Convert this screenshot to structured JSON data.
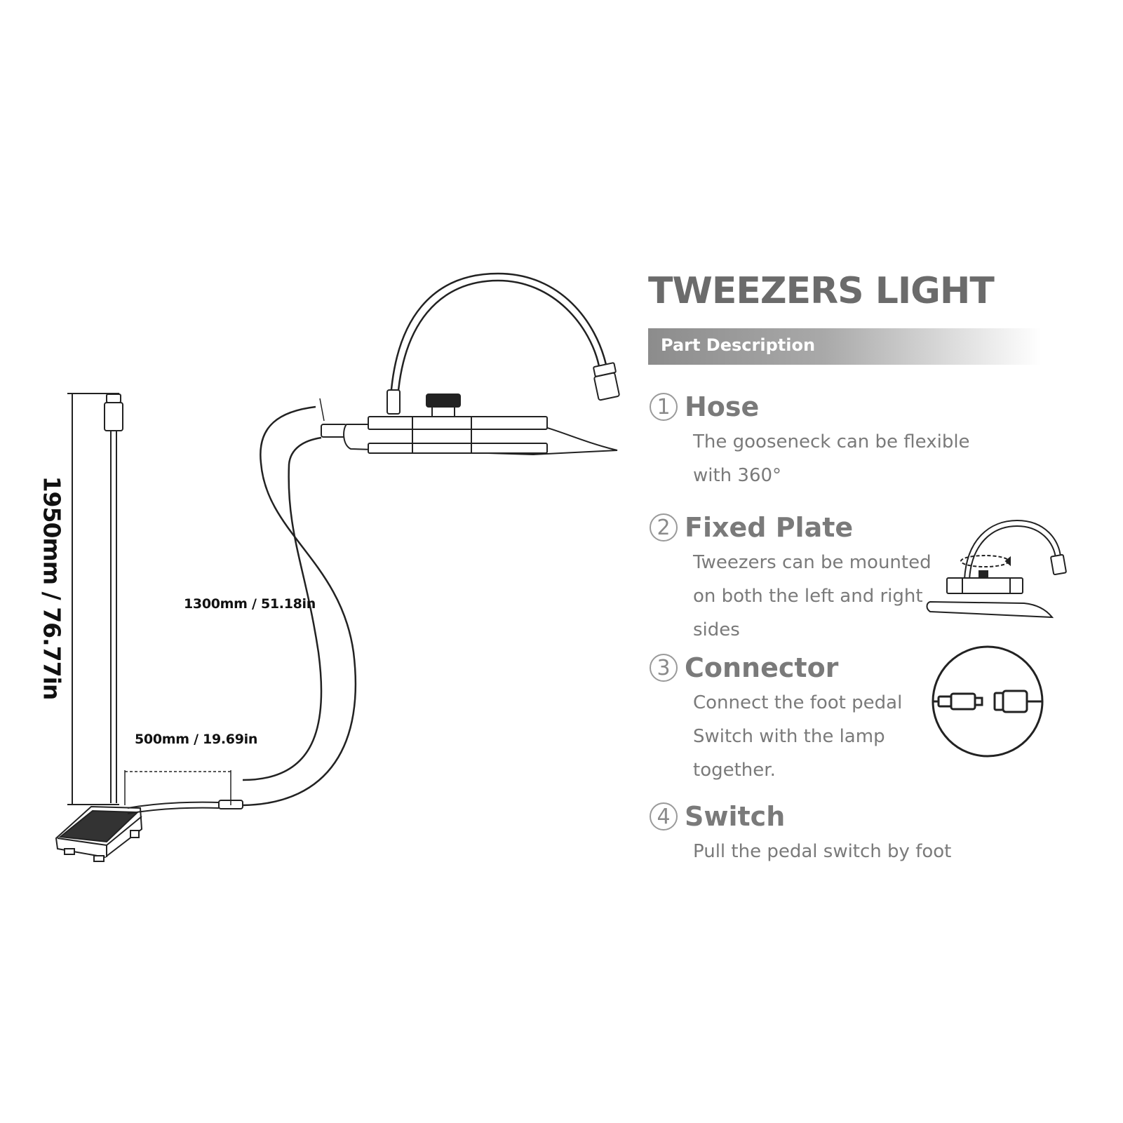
{
  "title": "TWEEZERS LIGHT",
  "section_label": "Part Description",
  "dimensions": {
    "total_length": "1950mm / 76.77in",
    "hose_length": "1300mm / 51.18in",
    "cable_length": "500mm / 19.69in"
  },
  "parts": [
    {
      "number": "1",
      "name": "Hose",
      "description": [
        "The gooseneck can be flexible",
        "with 360°"
      ]
    },
    {
      "number": "2",
      "name": "Fixed Plate",
      "description": [
        "Tweezers can be mounted",
        "on both the left and right",
        "sides"
      ]
    },
    {
      "number": "3",
      "name": "Connector",
      "description": [
        "Connect the foot pedal",
        "Switch with the lamp",
        "together."
      ]
    },
    {
      "number": "4",
      "name": "Switch",
      "description": [
        "Pull the pedal switch by foot"
      ]
    }
  ]
}
